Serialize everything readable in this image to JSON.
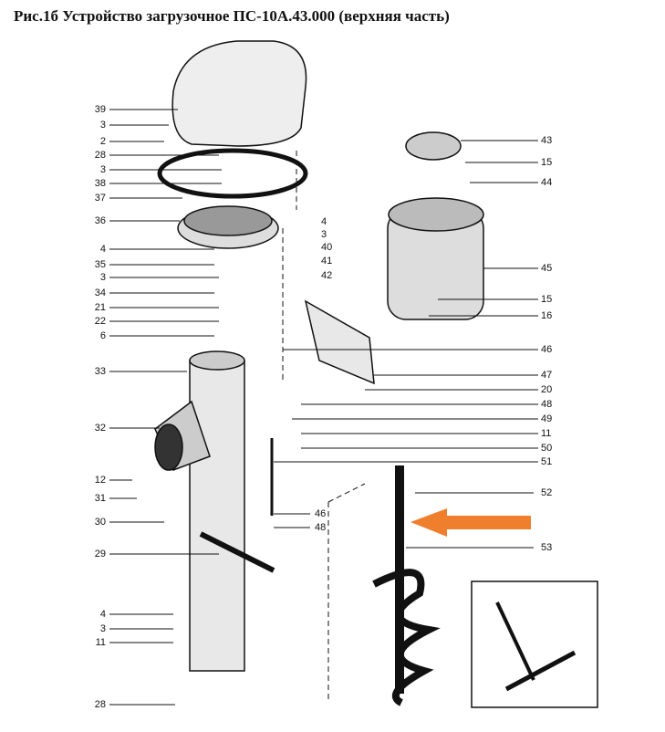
{
  "title": "Рис.1б Устройство загрузочное ПС-10А.43.000 (верхняя часть)",
  "callouts_left": [
    "39",
    "3",
    "2",
    "28",
    "3",
    "38",
    "37",
    "36",
    "4",
    "35",
    "3",
    "34",
    "21",
    "22",
    "6",
    "33",
    "32",
    "12",
    "31",
    "30",
    "29",
    "4",
    "3",
    "11",
    "28"
  ],
  "callouts_mid": [
    "4",
    "3",
    "40",
    "41",
    "42"
  ],
  "callouts_right": [
    "43",
    "15",
    "44",
    "45",
    "15",
    "16",
    "46",
    "47",
    "20",
    "48",
    "49",
    "11",
    "50",
    "51",
    "52",
    "53"
  ],
  "callouts_center": [
    "46",
    "48"
  ],
  "arrow_color": "#f07f2d"
}
